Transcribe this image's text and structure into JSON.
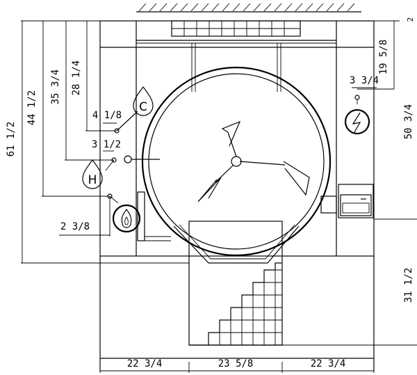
{
  "dimensions": {
    "overall_height": "61 1/2",
    "gas_height": "44 1/2",
    "hot_water_height": "35 3/4",
    "cold_water_height": "28 1/4",
    "cold_offset": "4 1/8",
    "hot_offset": "3 1/2",
    "gas_offset": "2 3/8",
    "electric_offset": "3 3/4",
    "electric_drop": "19 5/8",
    "right_top_height": "50 3/4",
    "right_bottom_height": "31 1/2",
    "top_right_small": "2",
    "width_left": "22 3/4",
    "width_center": "23 5/8",
    "width_right": "22 3/4"
  },
  "connections": {
    "cold_label": "C",
    "hot_label": "H"
  },
  "icons": [
    "cold-water-drop-icon",
    "hot-water-drop-icon",
    "gas-flame-icon",
    "electric-bolt-icon"
  ]
}
